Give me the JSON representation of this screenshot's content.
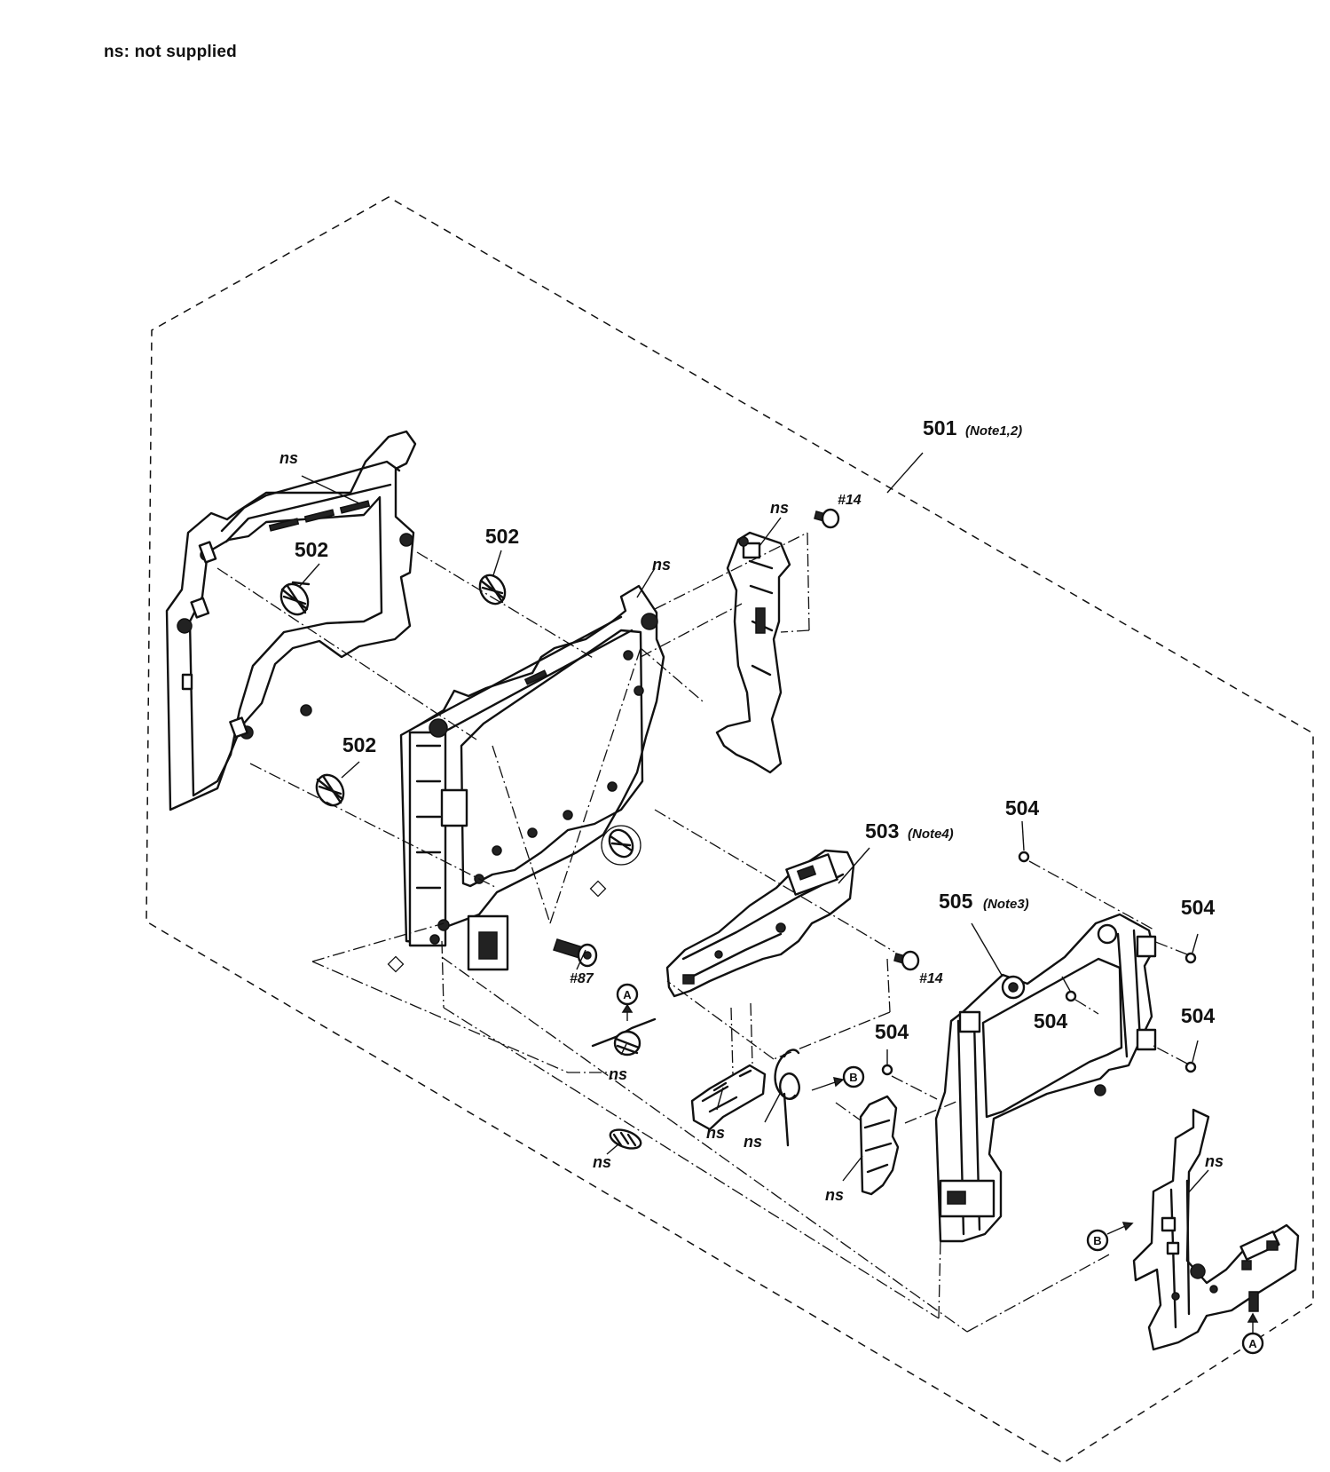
{
  "legend": "ns: not supplied",
  "labels": {
    "p501": "501",
    "p501_note": "(Note1,2)",
    "p502_a": "502",
    "p502_b": "502",
    "p502_c": "502",
    "p503": "503",
    "p503_note": "(Note4)",
    "p504_a": "504",
    "p504_b": "504",
    "p504_c": "504",
    "p504_d": "504",
    "p504_e": "504",
    "p505": "505",
    "p505_note": "(Note3)",
    "ns": "ns",
    "screw14": "#14",
    "screw87": "#87",
    "ref_a": "A",
    "ref_b": "B"
  }
}
